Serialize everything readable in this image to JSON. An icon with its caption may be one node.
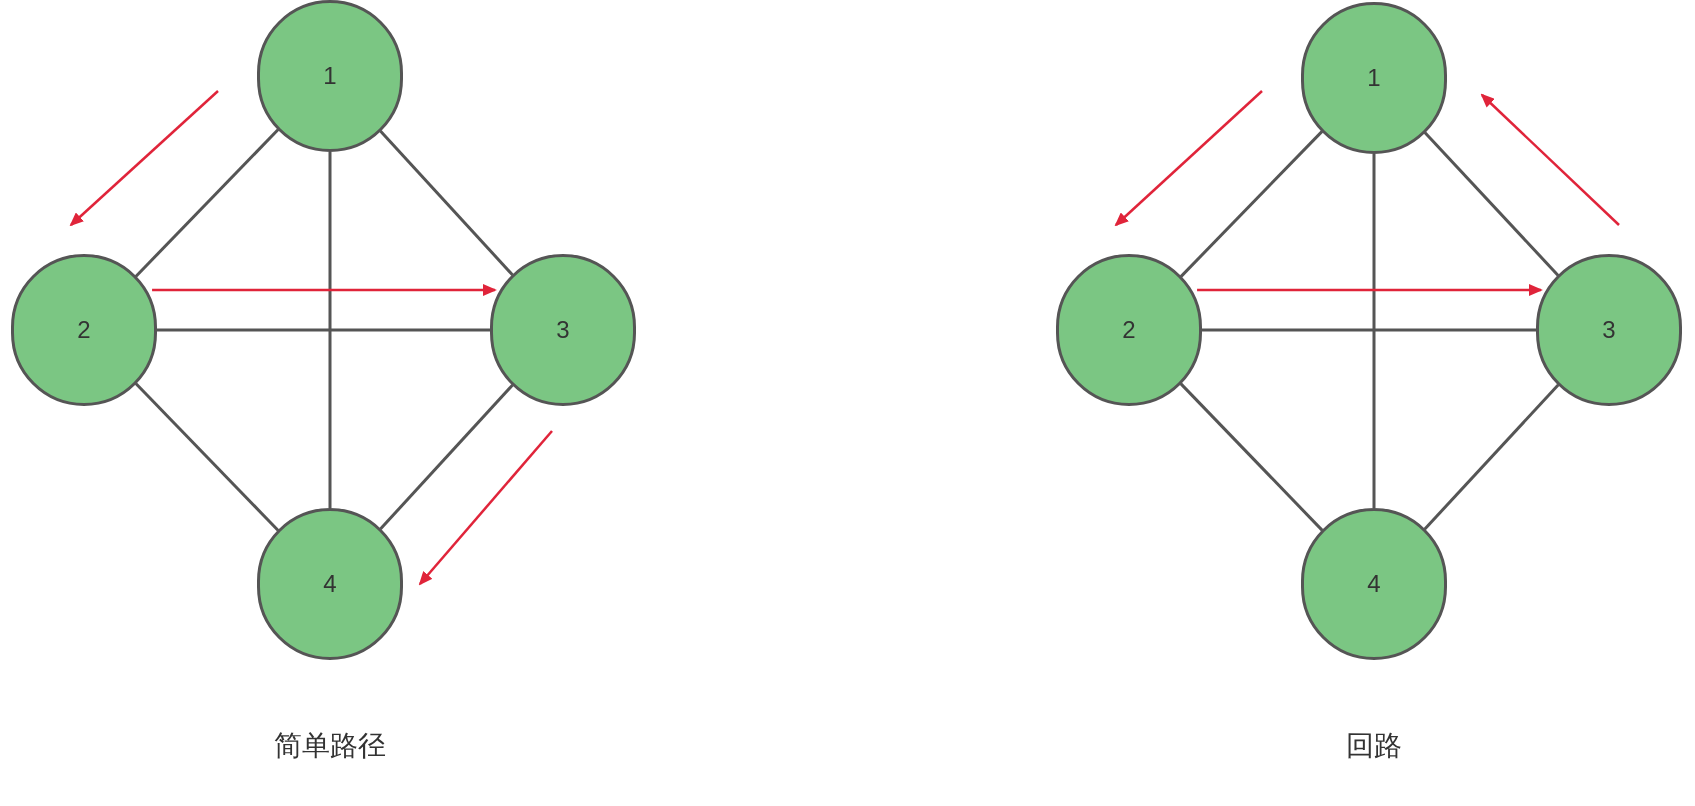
{
  "diagram": {
    "nodes": [
      {
        "text": [
          "1"
        ]
      },
      {
        "text": [
          "2"
        ]
      },
      {
        "text": [
          "3"
        ]
      },
      {
        "text": [
          "4"
        ]
      },
      {
        "text": [
          "1"
        ]
      },
      {
        "text": [
          "2"
        ]
      },
      {
        "text": [
          "3"
        ]
      },
      {
        "text": [
          "4"
        ]
      }
    ],
    "edges": [
      {
        "from": 0,
        "to": 1,
        "arrow": "none"
      },
      {
        "from": 0,
        "to": 2,
        "arrow": "none"
      },
      {
        "from": 0,
        "to": 3,
        "arrow": "none"
      },
      {
        "from": 1,
        "to": 2,
        "arrow": "none"
      },
      {
        "from": 1,
        "to": 3,
        "arrow": "none"
      },
      {
        "from": 2,
        "to": 3,
        "arrow": "none"
      },
      {
        "from": 4,
        "to": 5,
        "arrow": "none"
      },
      {
        "from": 4,
        "to": 6,
        "arrow": "none"
      },
      {
        "from": 4,
        "to": 7,
        "arrow": "none"
      },
      {
        "from": 5,
        "to": 6,
        "arrow": "none"
      },
      {
        "from": 5,
        "to": 7,
        "arrow": "none"
      },
      {
        "from": 6,
        "to": 7,
        "arrow": "none"
      },
      {
        "from": 1,
        "to": 2,
        "arrow": "to",
        "color": "#e0243a"
      },
      {
        "from": 5,
        "to": 6,
        "arrow": "to",
        "color": "#e0243a"
      }
    ],
    "labels": [
      "简单路径",
      "回路"
    ]
  }
}
